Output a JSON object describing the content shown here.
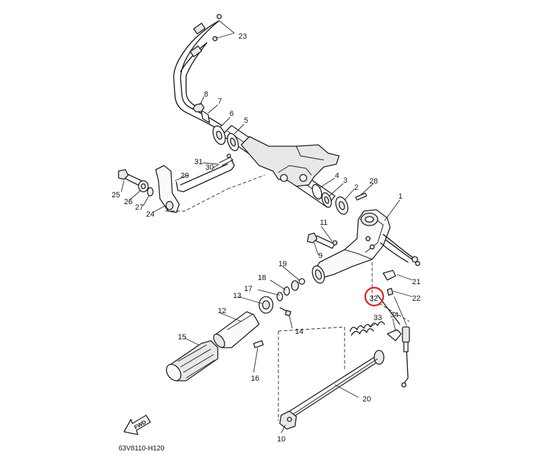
{
  "diagram": {
    "part_numbers": [
      "1",
      "2",
      "3",
      "4",
      "5",
      "6",
      "7",
      "8",
      "9",
      "10",
      "11",
      "12",
      "13",
      "14",
      "15",
      "16",
      "17",
      "18",
      "19",
      "20",
      "21",
      "22",
      "23",
      "24",
      "25",
      "26",
      "27",
      "28",
      "29",
      "30",
      "31",
      "32",
      "33",
      "34"
    ],
    "highlighted_part": "32",
    "highlight_color": "#e0262e",
    "fwd_label": "FWD",
    "drawing_code": "63V8110-H120"
  }
}
